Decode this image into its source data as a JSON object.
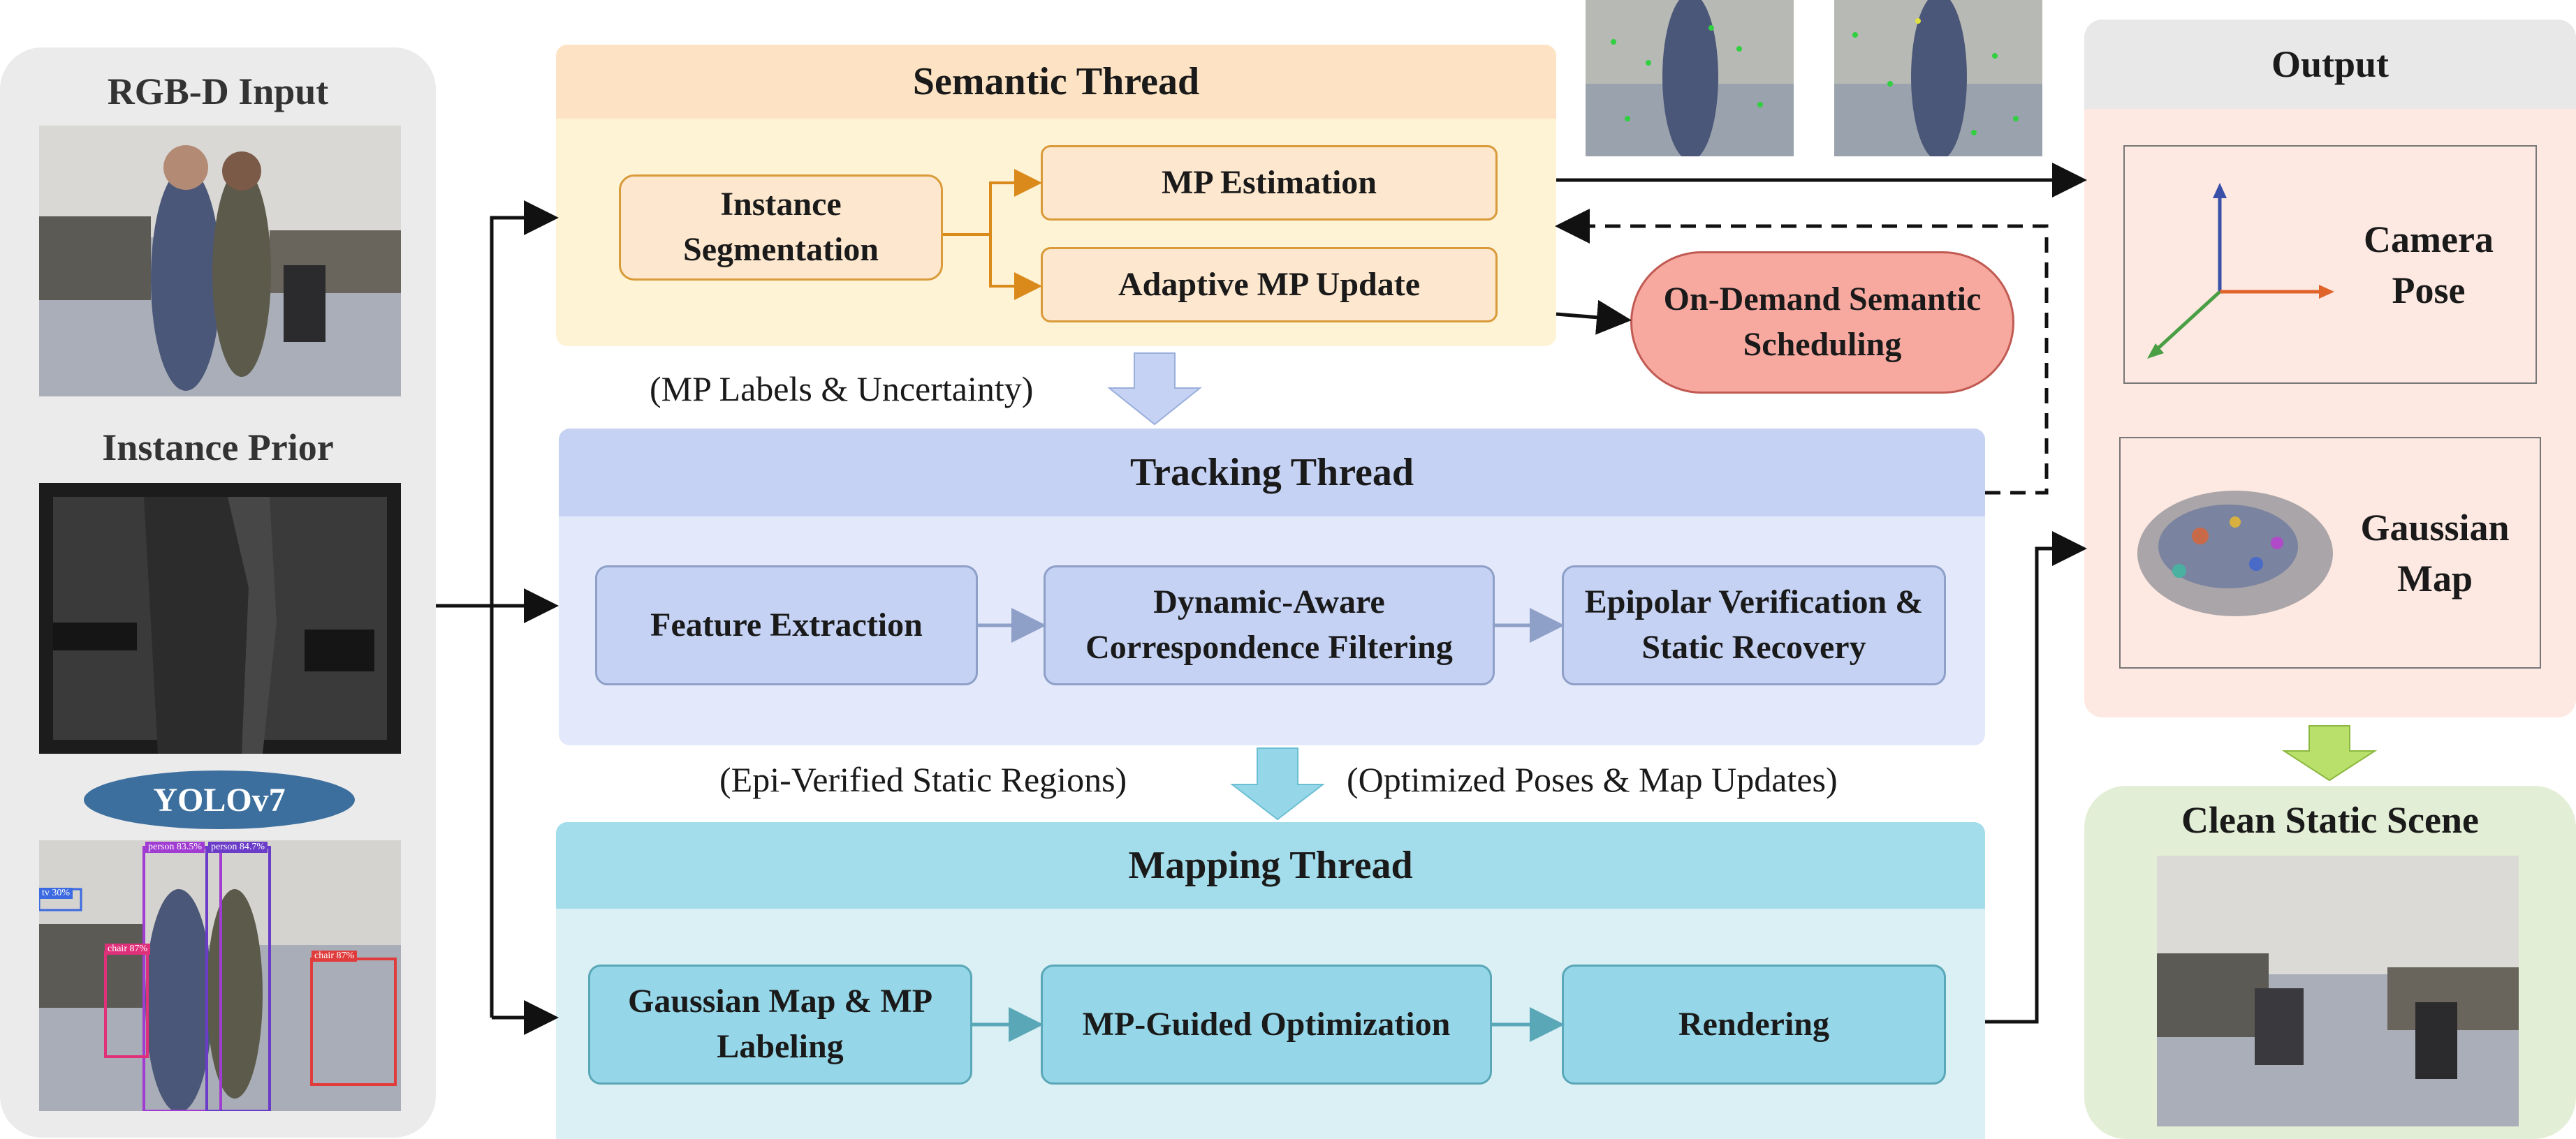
{
  "left_panel": {
    "rgbd_title": "RGB-D Input",
    "instance_title": "Instance Prior",
    "yolo_label": "YOLOv7",
    "detection_labels": [
      "person 83.5%",
      "person 84.7%",
      "chair 87%",
      "chair 87%",
      "tv 30%"
    ]
  },
  "semantic": {
    "title": "Semantic Thread",
    "instance_seg": "Instance Segmentation",
    "mp_estimation": "MP Estimation",
    "adaptive_update": "Adaptive MP Update",
    "scheduling": "On-Demand Semantic Scheduling",
    "labels_note": "(MP Labels & Uncertainty)"
  },
  "tracking": {
    "title": "Tracking Thread",
    "feature": "Feature Extraction",
    "dynamic": "Dynamic-Aware Correspondence Filtering",
    "epipolar": "Epipolar Verification & Static Recovery",
    "epi_note": "(Epi-Verified Static Regions)",
    "opt_note": "(Optimized Poses & Map Updates)"
  },
  "mapping": {
    "title": "Mapping Thread",
    "gaussian": "Gaussian Map & MP Labeling",
    "optimization": "MP-Guided Optimization",
    "rendering": "Rendering"
  },
  "output": {
    "title": "Output",
    "camera_pose": "Camera Pose",
    "gaussian_map": "Gaussian Map",
    "clean_scene": "Clean Static Scene"
  },
  "colors": {
    "semantic_header": "#fde3c3",
    "semantic_body": "#fff3d6",
    "semantic_box": "#fde8cf",
    "semantic_border": "#d99a3a",
    "scheduling_fill": "#f7a9a0",
    "tracking_header": "#c5d2f4",
    "tracking_body": "#e3e9fb",
    "tracking_box": "#c5d2f4",
    "mapping_header": "#a3dcea",
    "mapping_body": "#dbf0f5",
    "mapping_box": "#95d7e8",
    "output_header": "#e8e8e8",
    "output_body": "#fde8e2",
    "clean_body": "#e3eed6",
    "left_panel": "#ebebeb"
  }
}
